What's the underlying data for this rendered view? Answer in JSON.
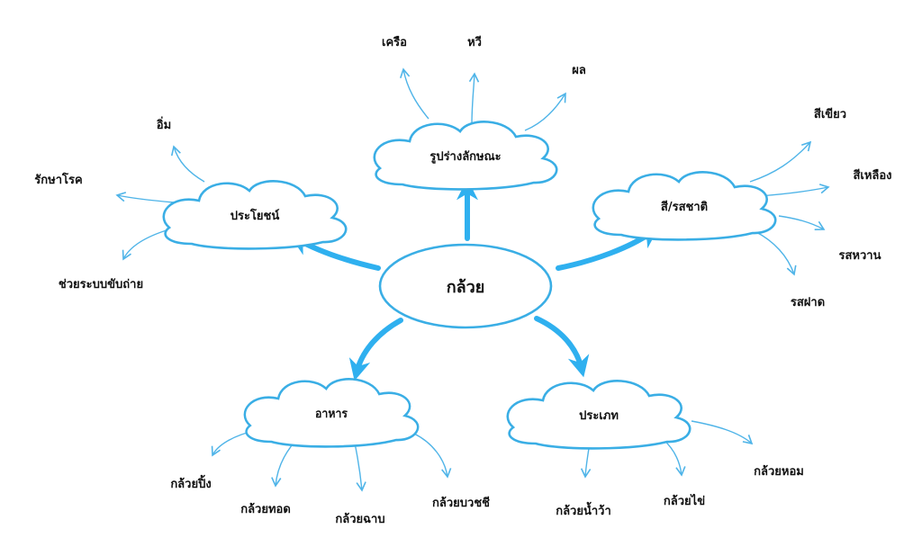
{
  "colors": {
    "line": "#3aaee5",
    "text": "#111111",
    "background": "#ffffff"
  },
  "center": {
    "label": "กล้วย"
  },
  "topics": {
    "benefits": {
      "label": "ประโยชน์",
      "children": [
        "อิ่ม",
        "รักษาโรค",
        "ช่วยระบบขับถ่าย"
      ]
    },
    "shape": {
      "label": "รูปร่างลักษณะ",
      "children": [
        "เครือ",
        "หวี",
        "ผล"
      ]
    },
    "color_taste": {
      "label": "สี/รสชาติ",
      "children": [
        "สีเขียว",
        "สีเหลือง",
        "รสหวาน",
        "รสฝาด"
      ]
    },
    "food": {
      "label": "อาหาร",
      "children": [
        "กล้วยปิ้ง",
        "กล้วยทอด",
        "กล้วยฉาบ",
        "กล้วยบวชชี"
      ]
    },
    "types": {
      "label": "ประเภท",
      "children": [
        "กล้วยน้ำว้า",
        "กล้วยไข่",
        "กล้วยหอม"
      ]
    }
  }
}
